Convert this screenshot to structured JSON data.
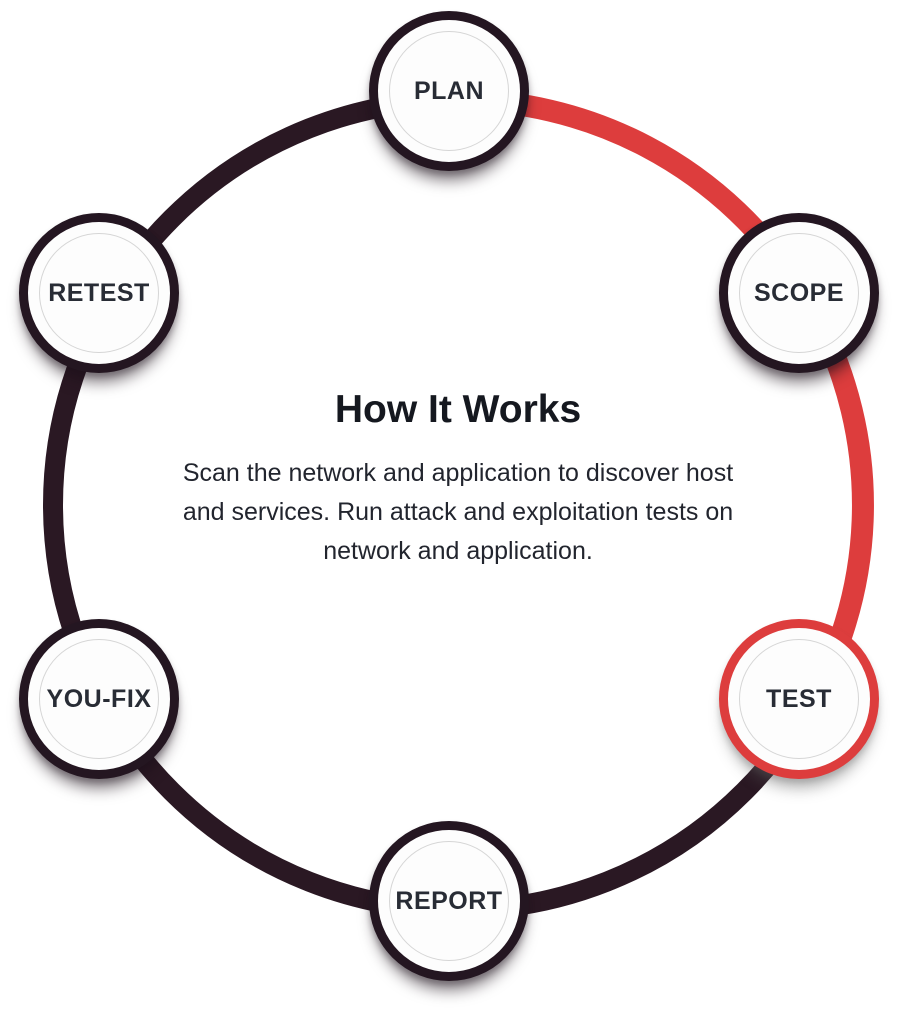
{
  "diagram": {
    "title": "How It Works",
    "description": "Scan the network and application to discover host and services. Run attack and exploitation tests on network and application.",
    "nodes": [
      {
        "id": "plan",
        "label": "PLAN",
        "active": false
      },
      {
        "id": "scope",
        "label": "SCOPE",
        "active": false
      },
      {
        "id": "test",
        "label": "TEST",
        "active": true
      },
      {
        "id": "report",
        "label": "REPORT",
        "active": false
      },
      {
        "id": "you-fix",
        "label": "YOU-FIX",
        "active": false
      },
      {
        "id": "retest",
        "label": "RETEST",
        "active": false
      }
    ],
    "colors": {
      "ring": "#2a1823",
      "accent": "#dd3d3d",
      "node_border": "#241621",
      "inner_ring": "#d6d6d6",
      "text": "#22252e"
    }
  }
}
